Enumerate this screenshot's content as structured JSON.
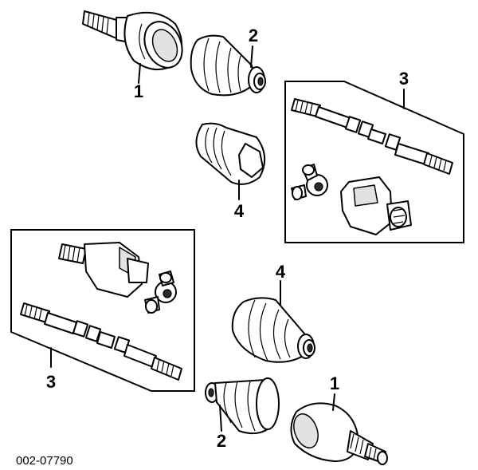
{
  "callouts": {
    "outer_joint_top": "1",
    "boot_outer_top": "2",
    "inner_kit_top": "3",
    "boot_inner_top": "4",
    "inner_kit_bottom": "3",
    "boot_inner_bottom": "4",
    "outer_joint_bottom": "1",
    "boot_outer_bottom": "2"
  },
  "figure_code": "002-07790"
}
